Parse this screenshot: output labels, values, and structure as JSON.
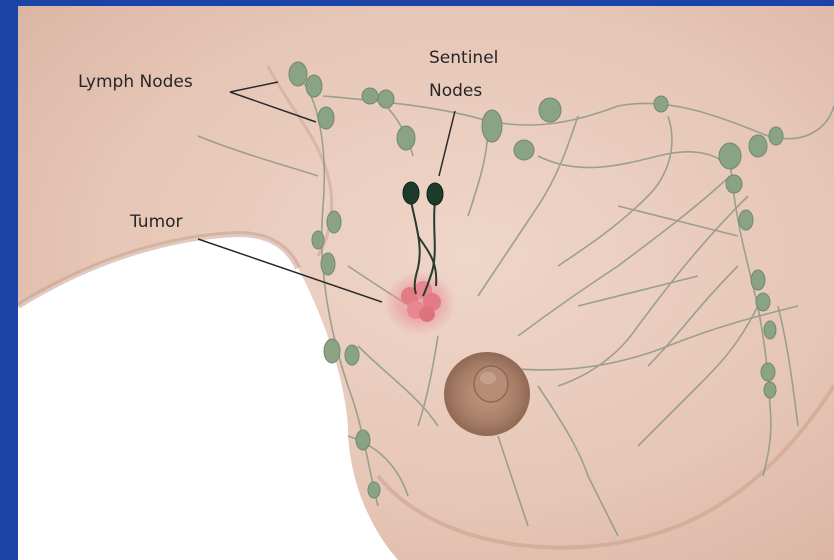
{
  "labels": {
    "lymph_nodes": "Lymph Nodes",
    "sentinel_line1": "Sentinel",
    "sentinel_line2": "Nodes",
    "tumor": "Tumor"
  },
  "colors": {
    "frame": "#1c44a6",
    "skin": "#e8cabb",
    "lymph_node": "#8aa384",
    "sentinel_node": "#1e3a2a",
    "tumor": "#e37b84",
    "areola": "#a67d67"
  }
}
